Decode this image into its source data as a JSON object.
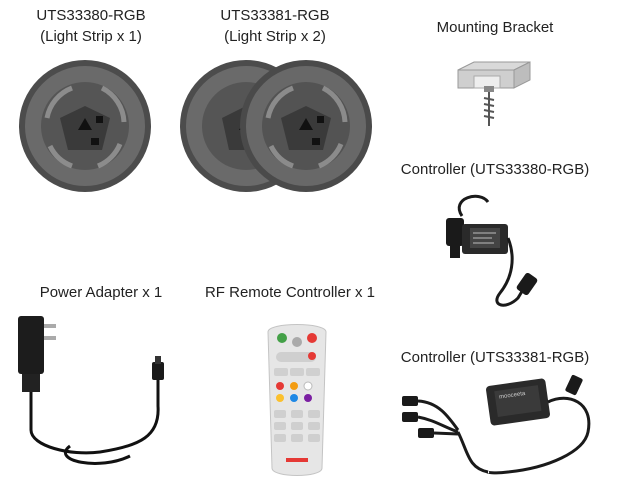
{
  "items": {
    "strip1": {
      "model": "UTS33380-RGB",
      "qty": "(Light Strip x 1)"
    },
    "strip2": {
      "model": "UTS33381-RGB",
      "qty": "(Light Strip x 2)"
    },
    "bracket": {
      "label": "Mounting Bracket"
    },
    "controller1": {
      "label": "Controller (UTS33380-RGB)"
    },
    "adapter": {
      "label": "Power Adapter x 1"
    },
    "remote": {
      "label": "RF Remote Controller x 1"
    },
    "controller2": {
      "label": "Controller (UTS33381-RGB)"
    }
  },
  "colors": {
    "reel": "#5a5a5a",
    "cable": "#1a1a1a",
    "remote_body": "#e6e6e6",
    "remote_buttons": [
      "#e53935",
      "#f39c12",
      "#1e88e5",
      "#7b1fa2",
      "#43a047",
      "#ffffff",
      "#b0b0b0",
      "#fbc02d"
    ]
  },
  "remote": {
    "brand_mark": ""
  },
  "controller2_brand": "mooceeta"
}
